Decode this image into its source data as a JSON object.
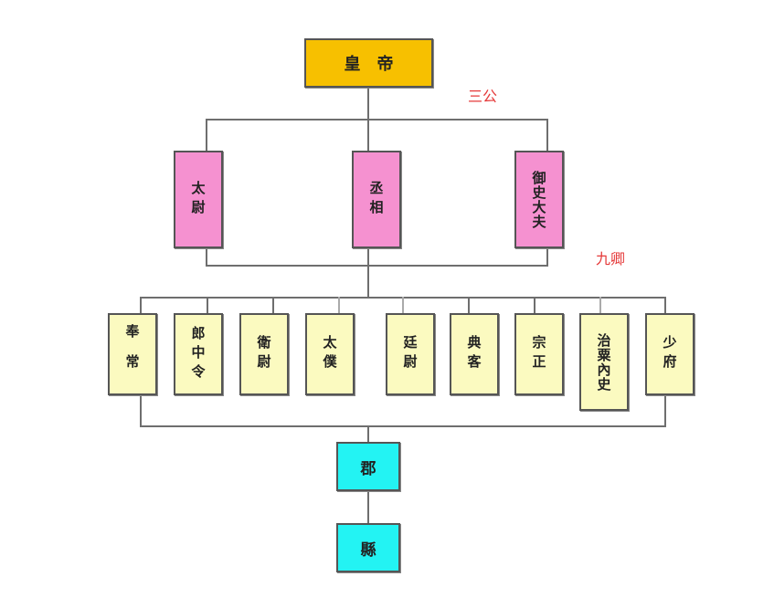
{
  "emperor": "皇　帝",
  "three_dukes_label": "三公",
  "nine_ministers_label": "九卿",
  "three_dukes": [
    "太尉",
    "丞相",
    "御史大夫"
  ],
  "nine_ministers": [
    "奉常",
    "郎中令",
    "衛尉",
    "太僕",
    "廷尉",
    "典客",
    "宗正",
    "治粟內史",
    "少府"
  ],
  "commandery": "郡",
  "county": "縣",
  "colors": {
    "emperor": "#f7c000",
    "dukes": "#f591d0",
    "ministers": "#fbfac0",
    "local": "#23f3f3",
    "label": "#e53a3a"
  }
}
